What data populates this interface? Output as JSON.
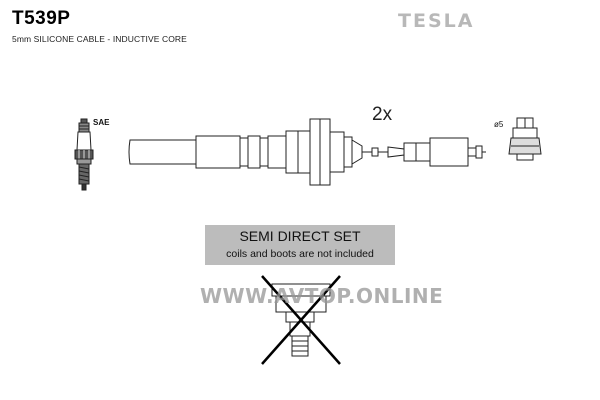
{
  "header": {
    "product_code": "T539P",
    "subtitle": "5mm SILICONE CABLE - INDUCTIVE CORE",
    "brand": "TESLA"
  },
  "labels": {
    "spark_plug_standard": "SAE",
    "quantity": "2x",
    "diameter": "ø5"
  },
  "notice": {
    "title": "SEMI DIRECT SET",
    "text": "coils and boots are not included"
  },
  "watermark": "WWW.AVTOP.ONLINE",
  "icons": [
    "spark-plug-icon",
    "ignition-lead-icon",
    "connector-terminal-icon",
    "crossed-coil-icon"
  ]
}
